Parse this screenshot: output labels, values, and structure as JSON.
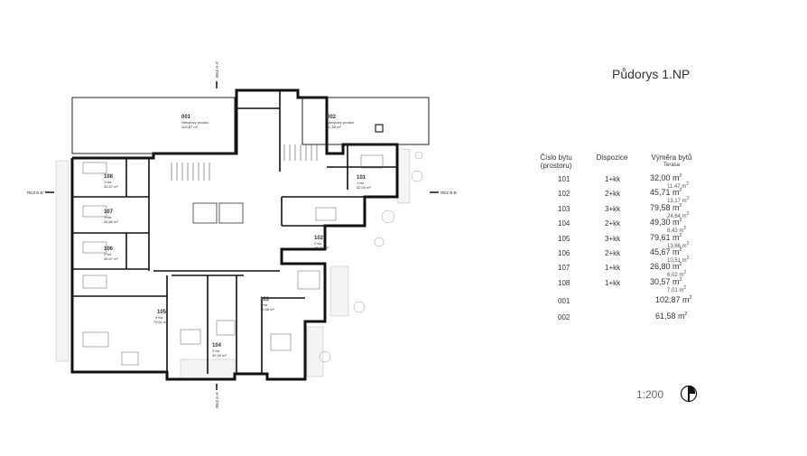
{
  "title": "Půdorys 1.NP",
  "table": {
    "headers": {
      "number": "Číslo bytu\n(prostoru)",
      "layout": "Dispozice",
      "area": "Výměra bytů",
      "terrace": "Terasa"
    },
    "rows": [
      {
        "number": "101",
        "layout": "1+kk",
        "area": "32,00 m",
        "terrace": "11,47 m"
      },
      {
        "number": "102",
        "layout": "2+kk",
        "area": "45,71 m",
        "terrace": "13,17 m"
      },
      {
        "number": "103",
        "layout": "3+kk",
        "area": "79,58 m",
        "terrace": "24,64 m"
      },
      {
        "number": "104",
        "layout": "2+kk",
        "area": "49,30 m",
        "terrace": "8,43 m"
      },
      {
        "number": "105",
        "layout": "3+kk",
        "area": "79,61 m",
        "terrace": "13,66 m"
      },
      {
        "number": "106",
        "layout": "2+kk",
        "area": "45,67 m",
        "terrace": "10,51 m"
      },
      {
        "number": "107",
        "layout": "1+kk",
        "area": "26,80 m",
        "terrace": "6,02 m"
      },
      {
        "number": "108",
        "layout": "1+kk",
        "area": "30,57 m",
        "terrace": "7,01 m"
      }
    ],
    "extra_rows": [
      {
        "number": "001",
        "area": "102,87 m"
      },
      {
        "number": "002",
        "area": "61,58 m"
      }
    ],
    "unit_exponent": "2"
  },
  "scale": "1:200",
  "plan": {
    "units": [
      {
        "id": "001",
        "line1": "Nebytový prostor",
        "line2": "102,87 m²"
      },
      {
        "id": "002",
        "line1": "Nebytový prostor",
        "line2": "61,58 m²"
      },
      {
        "id": "101",
        "line1": "1+kk",
        "line2": "32,00 m²"
      },
      {
        "id": "102",
        "line1": "2+kk",
        "line2": "45,71 m²"
      },
      {
        "id": "103",
        "line1": "3+kk",
        "line2": "79,58 m²"
      },
      {
        "id": "104",
        "line1": "2+kk",
        "line2": "49,30 m²"
      },
      {
        "id": "105",
        "line1": "3+kk",
        "line2": "79,61 m²"
      },
      {
        "id": "106",
        "line1": "2+kk",
        "line2": "45,67 m²"
      },
      {
        "id": "107",
        "line1": "1+kk",
        "line2": "26,80 m²"
      },
      {
        "id": "108",
        "line1": "1+kk",
        "line2": "30,57 m²"
      }
    ],
    "sections": {
      "a_top": "REZ A-A'",
      "a_bottom": "REZ A-A'",
      "b_left": "REZ B-B'",
      "b_right": "REZ B-B"
    }
  }
}
